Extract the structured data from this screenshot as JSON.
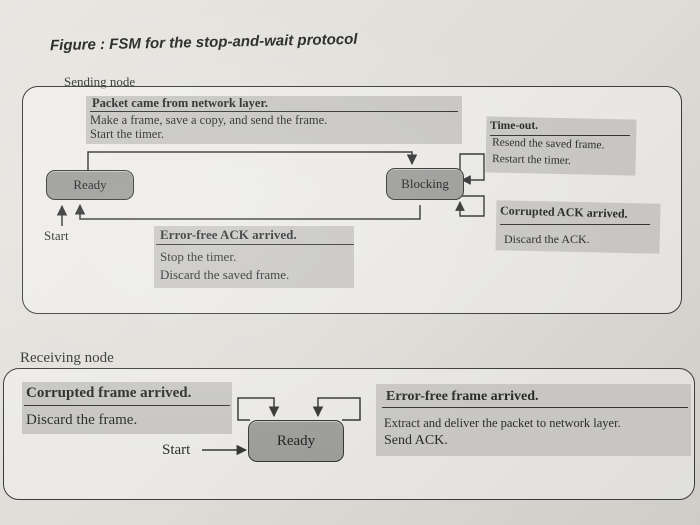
{
  "figure_title": "Figure : FSM for the stop-and-wait protocol",
  "sending": {
    "label": "Sending node",
    "box1": {
      "header": "Packet came from network layer.",
      "line1": "Make a frame, save a copy, and send the frame.",
      "line2": "Start the timer."
    },
    "timeout": {
      "header": "Time-out.",
      "line1": "Resend the saved frame.",
      "line2": "Restart the timer."
    },
    "corrupted": {
      "header": "Corrupted ACK arrived.",
      "line1": "Discard the ACK."
    },
    "errorfree": {
      "header": "Error-free ACK arrived.",
      "line1": "Stop the timer.",
      "line2": "Discard the saved frame."
    },
    "ready": "Ready",
    "blocking": "Blocking",
    "start": "Start"
  },
  "receiving": {
    "label": "Receiving node",
    "corrupted": {
      "header": "Corrupted frame arrived.",
      "line1": "Discard the frame."
    },
    "errorfree": {
      "header": "Error-free frame arrived.",
      "line1": "Extract and deliver the packet to network layer.",
      "line2": "Send ACK."
    },
    "ready": "Ready",
    "start": "Start"
  }
}
